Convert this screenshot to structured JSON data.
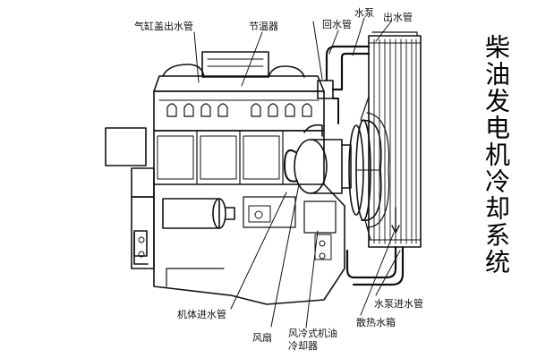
{
  "title": "柴油发电机冷却系统",
  "labels": {
    "cylinder_head_outlet": "气缸盖出水管",
    "thermostat": "节温器",
    "water_pump_top": "水泵",
    "return_pipe": "回水管",
    "outlet_pipe": "出水管",
    "block_inlet": "机体进水管",
    "fan": "风扇",
    "oil_cooler": "风冷式机油\n冷却器",
    "pump_inlet": "水泵进水管",
    "radiator": "散热水箱"
  },
  "colors": {
    "ink": "#111111",
    "background": "#ffffff"
  }
}
